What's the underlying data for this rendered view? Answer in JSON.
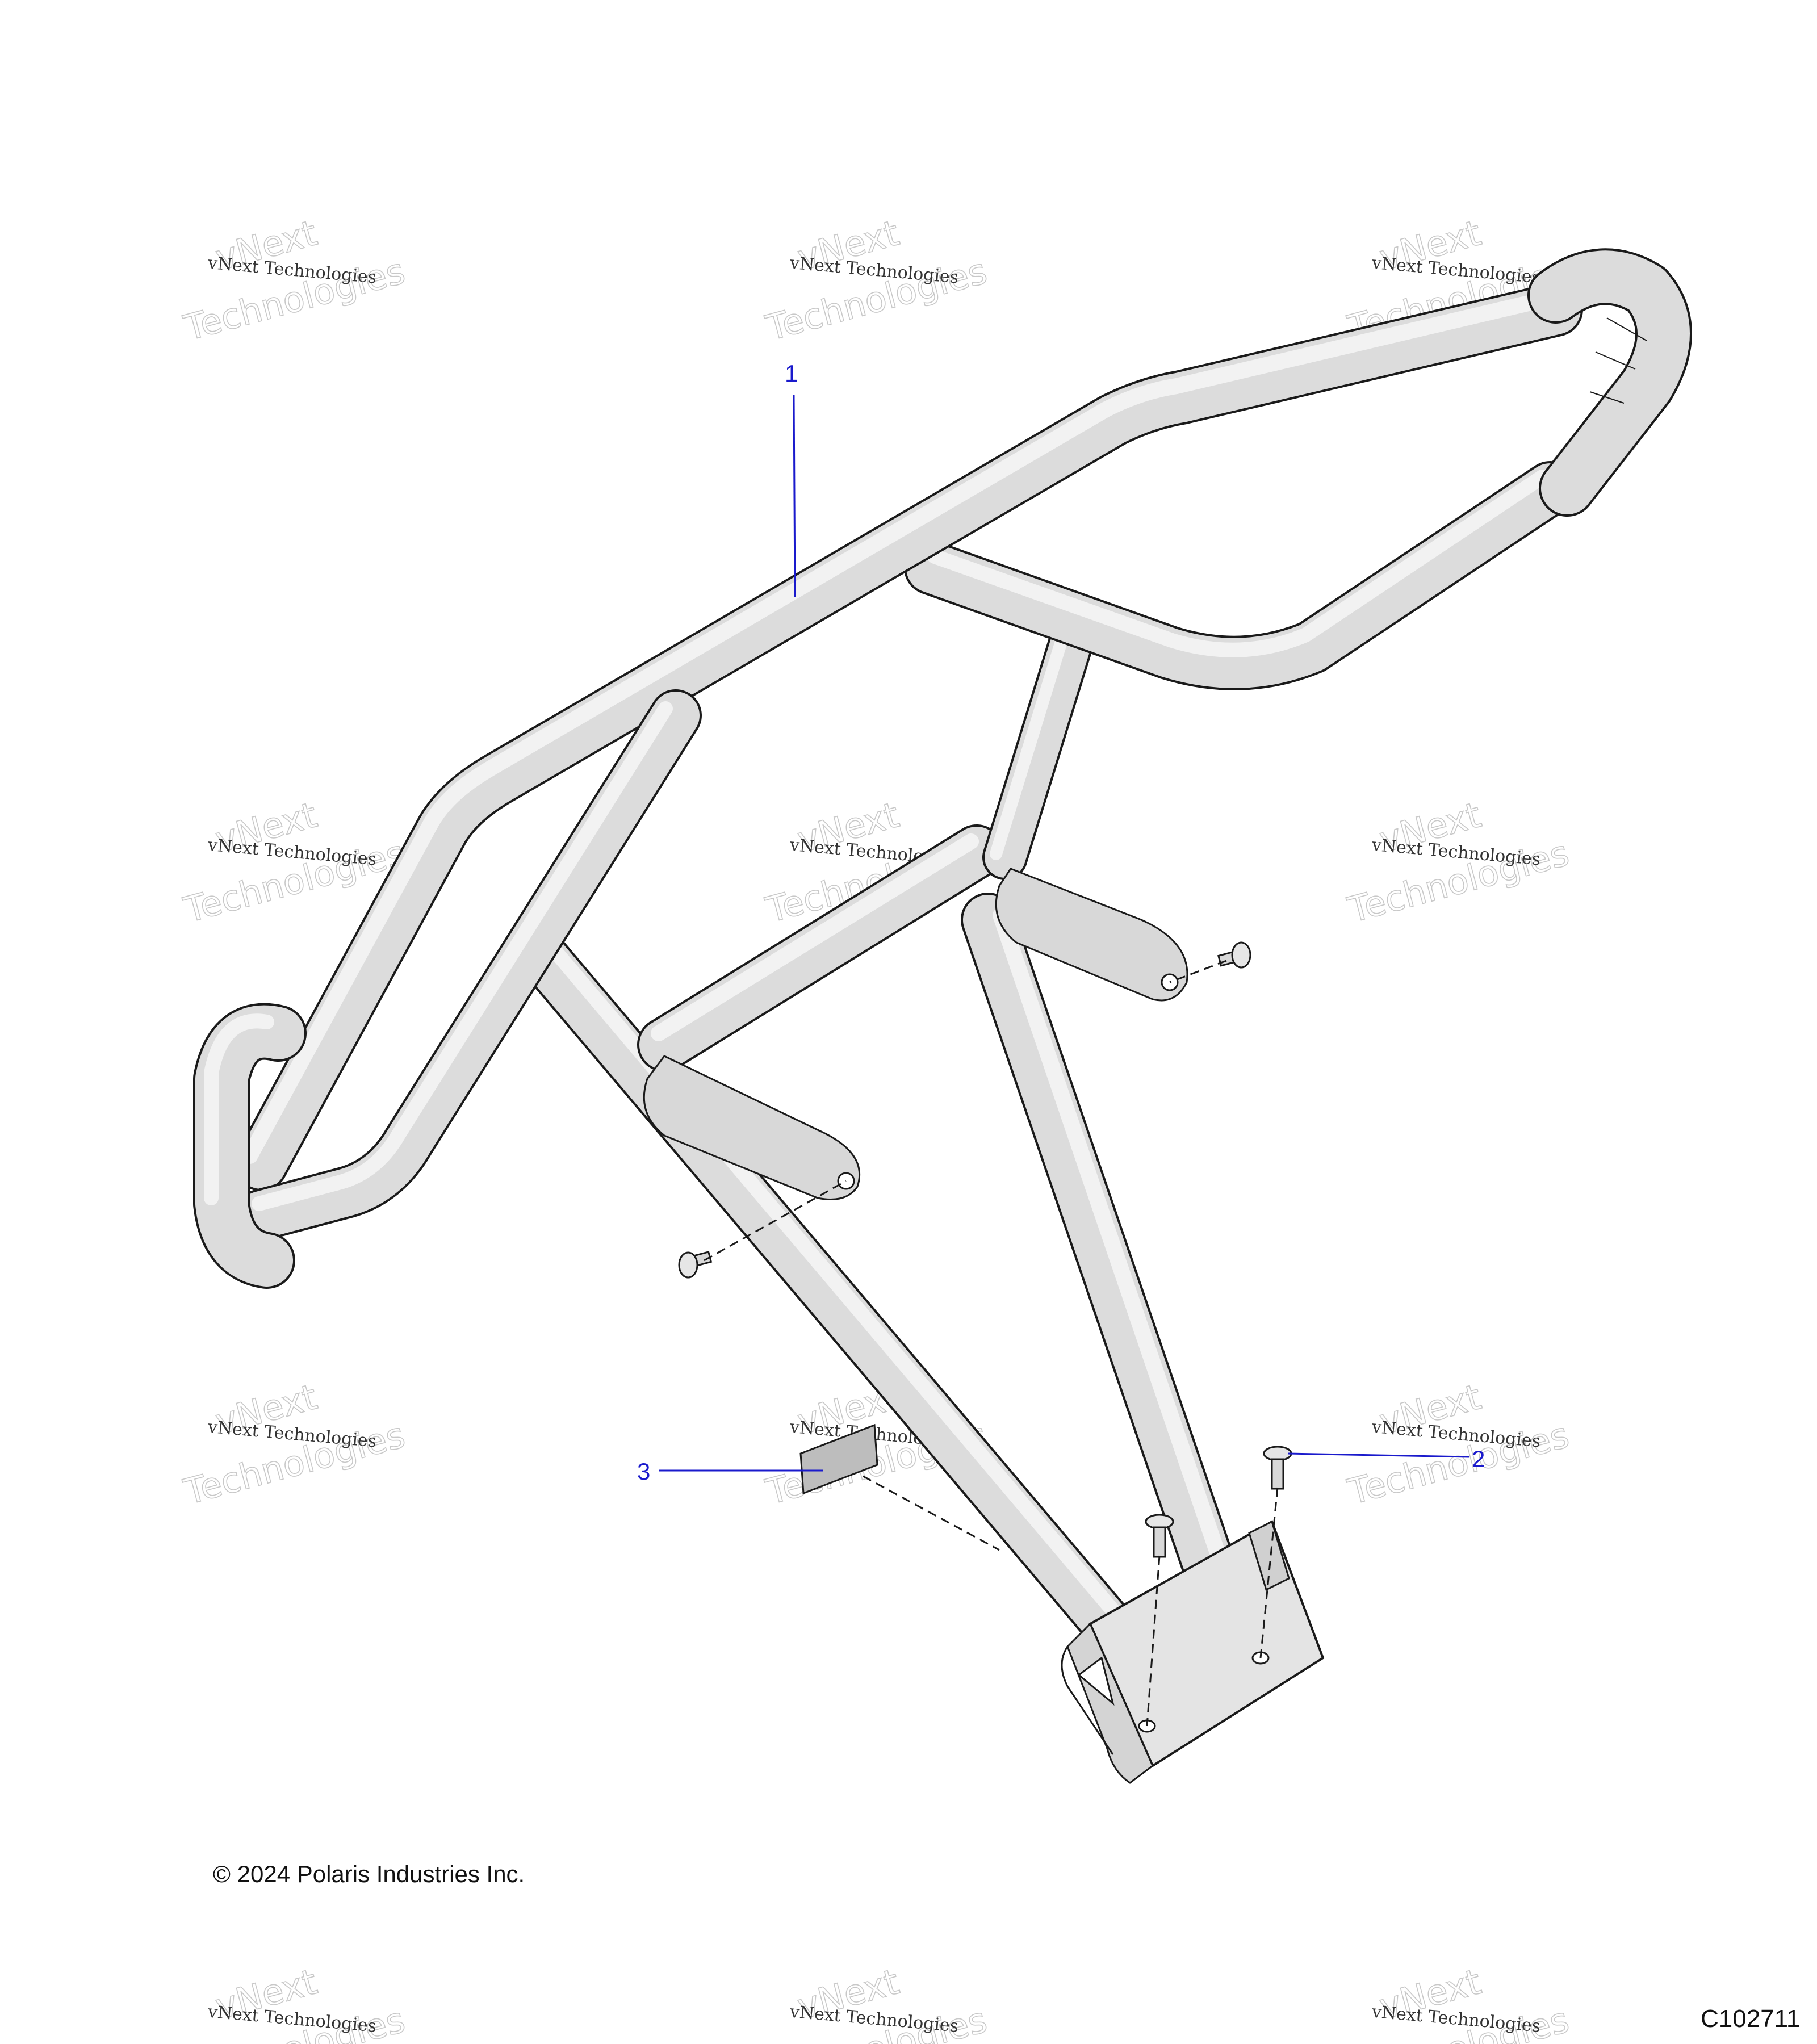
{
  "callouts": [
    {
      "id": "1",
      "label": "1"
    },
    {
      "id": "2",
      "label": "2"
    },
    {
      "id": "3",
      "label": "3"
    }
  ],
  "footer": {
    "copyright": "© 2024 Polaris Industries Inc.",
    "drawing_code": "C102711"
  },
  "watermark": {
    "text": "vNext Technologies",
    "big_line1": "vNext",
    "big_line2": "Technologies"
  },
  "colors": {
    "callout": "#1a1acc",
    "tube_fill": "#dcdcdc",
    "outline": "#1a1a1a"
  }
}
